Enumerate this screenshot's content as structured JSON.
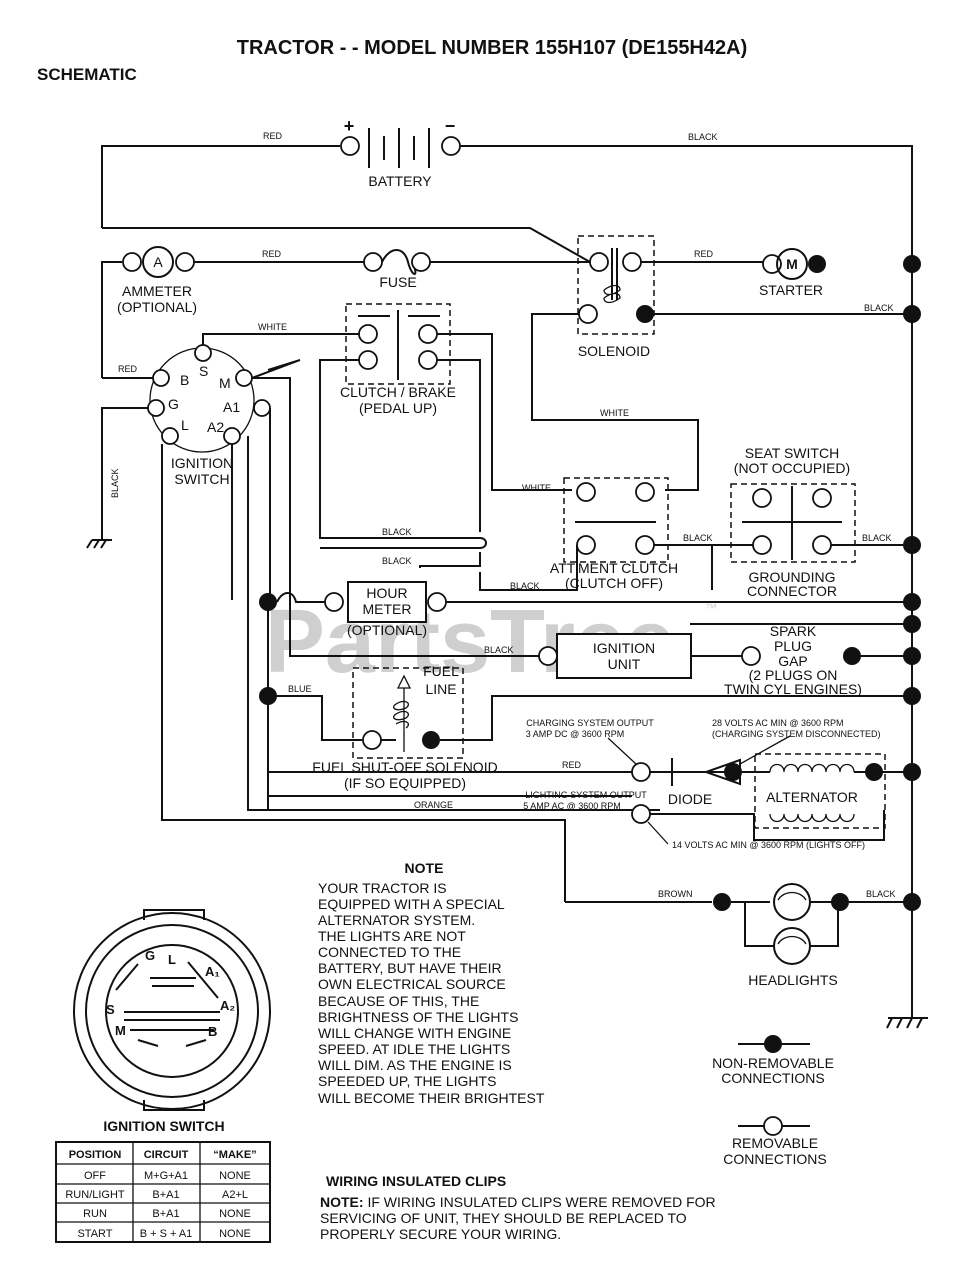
{
  "title": "TRACTOR - - MODEL NUMBER 155H107 (DE155H42A)",
  "subtitle": "SCHEMATIC",
  "battery": {
    "label": "BATTERY",
    "plus": "+",
    "minus": "−"
  },
  "wires": {
    "red": "RED",
    "black": "BLACK",
    "white": "WHITE",
    "blue": "BLUE",
    "orange": "ORANGE",
    "brown": "BROWN"
  },
  "components": {
    "ammeter_symbol": "A",
    "ammeter_line1": "AMMETER",
    "ammeter_line2": "(OPTIONAL)",
    "fuse": "FUSE",
    "starter": "STARTER",
    "starter_symbol": "M",
    "solenoid": "SOLENOID",
    "clutch_line1": "CLUTCH / BRAKE",
    "clutch_line2": "(PEDAL UP)",
    "ignition_line1": "IGNITION",
    "ignition_line2": "SWITCH",
    "terminals": {
      "B": "B",
      "S": "S",
      "M": "M",
      "G": "G",
      "A1": "A1",
      "L": "L",
      "A2": "A2"
    },
    "seat_line1": "SEAT SWITCH",
    "seat_line2": "(NOT OCCUPIED)",
    "grounding_line1": "GROUNDING",
    "grounding_line2": "CONNECTOR",
    "attm_line1": "ATT'MENT CLUTCH",
    "attm_line2": "(CLUTCH OFF)",
    "hour_line1": "HOUR",
    "hour_line2": "METER",
    "hour_line3": "(OPTIONAL)",
    "ign_unit_line1": "IGNITION",
    "ign_unit_line2": "UNIT",
    "spark_line1": "SPARK",
    "spark_line2": "PLUG",
    "spark_line3": "GAP",
    "spark_line4": "(2 PLUGS ON",
    "spark_line5": "TWIN CYL  ENGINES)",
    "fuel_line1": "FUEL",
    "fuel_line2": "LINE",
    "fuel_sol_line1": "FUEL SHUT-OFF SOLENOID",
    "fuel_sol_line2": "(IF SO EQUIPPED)",
    "charge_out_line1": "CHARGING SYSTEM OUTPUT",
    "charge_out_line2": "3 AMP DC @ 3600 RPM",
    "charge_28_line1": "28 VOLTS AC MIN  @ 3600 RPM",
    "charge_28_line2": "(CHARGING SYSTEM DISCONNECTED)",
    "diode": "DIODE",
    "alternator": "ALTERNATOR",
    "light_out_line1": "LIGHTING SYSTEM OUTPUT",
    "light_out_line2": "5 AMP AC @ 3600 RPM",
    "light_14": "14 VOLTS AC MIN  @ 3600 RPM (LIGHTS OFF)",
    "headlights": "HEADLIGHTS"
  },
  "note": {
    "heading": "NOTE",
    "lines": [
      "YOUR TRACTOR IS",
      "EQUIPPED WITH A SPECIAL",
      "ALTERNATOR SYSTEM.",
      "THE LIGHTS ARE NOT",
      "CONNECTED TO THE",
      "BATTERY, BUT HAVE THEIR",
      "OWN ELECTRICAL SOURCE",
      "BECAUSE OF THIS, THE",
      "BRIGHTNESS OF THE LIGHTS",
      "WILL CHANGE WITH ENGINE",
      "SPEED.  AT IDLE THE LIGHTS",
      "WILL DIM.  AS THE ENGINE IS",
      "SPEEDED UP, THE LIGHTS",
      "WILL BECOME THEIR BRIGHTEST"
    ]
  },
  "legend": {
    "nonremovable_line1": "NON-REMOVABLE",
    "nonremovable_line2": "CONNECTIONS",
    "removable_line1": "REMOVABLE",
    "removable_line2": "CONNECTIONS"
  },
  "ign_switch_face": {
    "title": "IGNITION SWITCH",
    "G": "G",
    "L": "L",
    "A1": "A₁",
    "S": "S",
    "A2": "A₂",
    "M": "M",
    "B": "B"
  },
  "ign_table": {
    "headers": [
      "POSITION",
      "CIRCUIT",
      "“MAKE”"
    ],
    "rows": [
      [
        "OFF",
        "M+G+A1",
        "NONE"
      ],
      [
        "RUN/LIGHT",
        "B+A1",
        "A2+L"
      ],
      [
        "RUN",
        "B+A1",
        "NONE"
      ],
      [
        "START",
        "B + S + A1",
        "NONE"
      ]
    ]
  },
  "clips": {
    "heading": "WIRING INSULATED CLIPS",
    "note_label": "NOTE:",
    "line1": " IF WIRING INSULATED CLIPS WERE REMOVED FOR",
    "line2": "SERVICING OF UNIT, THEY SHOULD BE REPLACED TO",
    "line3": "PROPERLY SECURE YOUR WIRING."
  },
  "watermark": "PartsTree",
  "watermark_tm": "™"
}
